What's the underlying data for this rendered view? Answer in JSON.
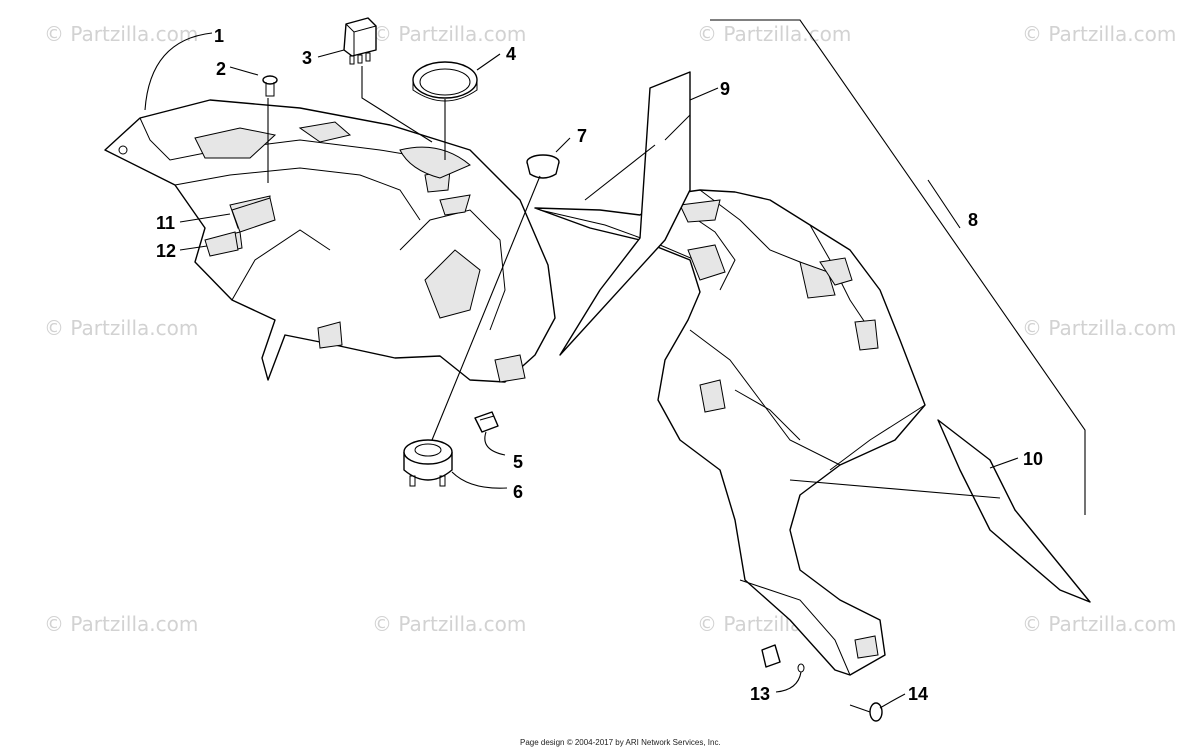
{
  "watermark": "© Partzilla.com",
  "footer": "Page design © 2004-2017 by ARI Network Services, Inc.",
  "callouts": [
    "1",
    "2",
    "3",
    "4",
    "5",
    "6",
    "7",
    "8",
    "9",
    "10",
    "11",
    "12",
    "13",
    "14"
  ]
}
